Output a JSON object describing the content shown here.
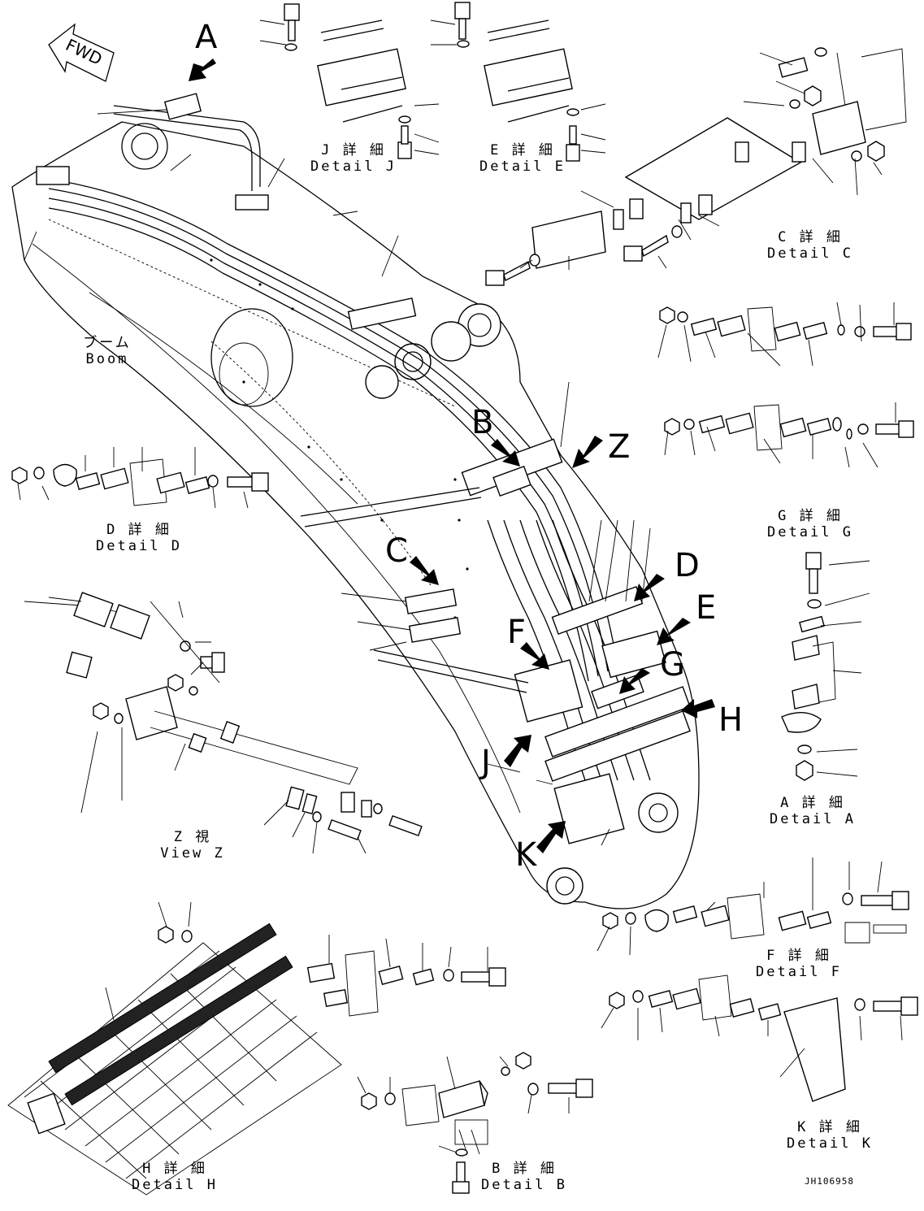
{
  "fwd_label": "FWD",
  "boom": {
    "jp": "ブーム",
    "en": "Boom"
  },
  "callouts": {
    "A": "A",
    "B": "B",
    "C": "C",
    "D": "D",
    "E": "E",
    "F": "F",
    "G": "G",
    "H": "H",
    "J": "J",
    "K": "K",
    "Z": "Z"
  },
  "details": {
    "J": {
      "jp": "J 詳 細",
      "en": "Detail J"
    },
    "E": {
      "jp": "E 詳 細",
      "en": "Detail E"
    },
    "C": {
      "jp": "C 詳 細",
      "en": "Detail C"
    },
    "D": {
      "jp": "D 詳 細",
      "en": "Detail D"
    },
    "G": {
      "jp": "G 詳 細",
      "en": "Detail G"
    },
    "A": {
      "jp": "A 詳 細",
      "en": "Detail A"
    },
    "Z": {
      "jp": "Z 視",
      "en": "View Z"
    },
    "F": {
      "jp": "F 詳 細",
      "en": "Detail F"
    },
    "K": {
      "jp": "K 詳 細",
      "en": "Detail K"
    },
    "H": {
      "jp": "H 詳 細",
      "en": "Detail H"
    },
    "B": {
      "jp": "B 詳 細",
      "en": "Detail B"
    }
  },
  "drawing_code": "JH106958"
}
